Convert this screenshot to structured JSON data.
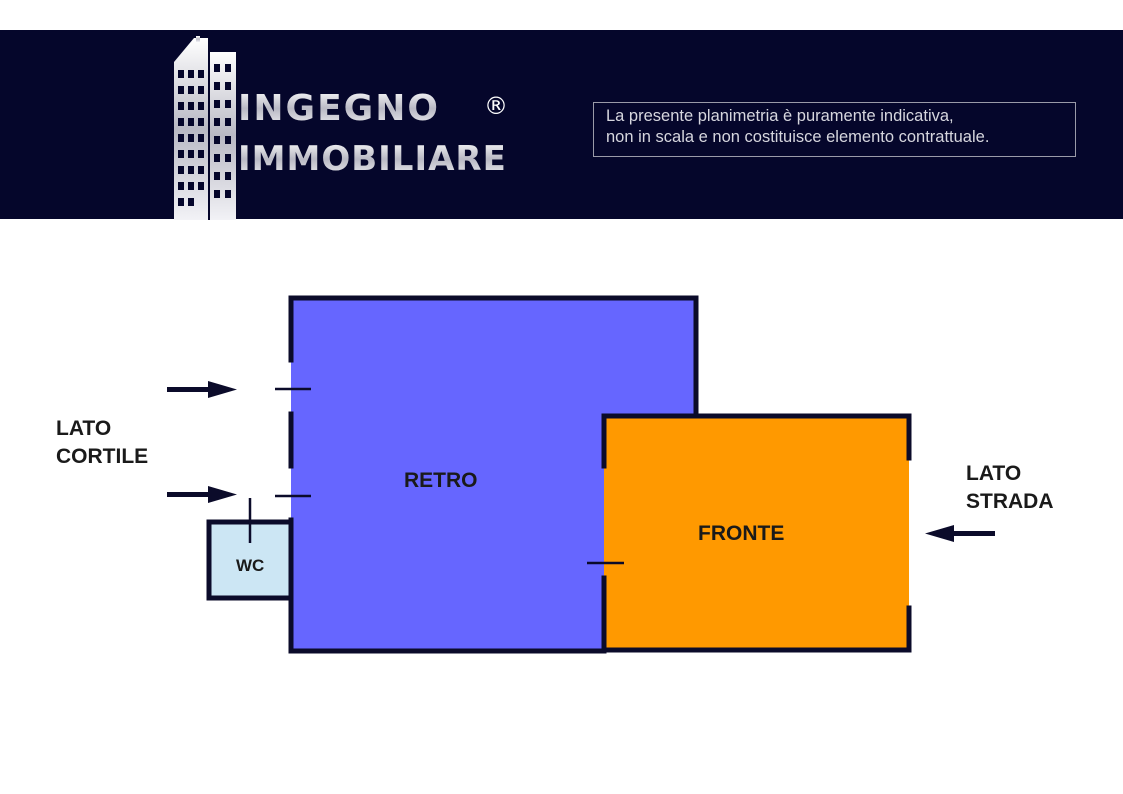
{
  "brand": {
    "line1": "INGEGNO",
    "line2": "IMMOBILIARE",
    "registered_mark": "®"
  },
  "disclaimer": {
    "line1": "La presente planimetria è puramente indicativa,",
    "line2": "non in scala e non costituisce elemento contrattuale."
  },
  "rooms": {
    "retro": "RETRO",
    "fronte": "FRONTE",
    "wc": "WC"
  },
  "sides": {
    "cortile_line1": "LATO",
    "cortile_line2": "CORTILE",
    "strada_line1": "LATO",
    "strada_line2": "STRADA"
  },
  "colors": {
    "banner": "#05062b",
    "retro": "#6666ff",
    "fronte": "#ff9900",
    "wc": "#cce6f4",
    "wall": "#0b0b2a"
  }
}
